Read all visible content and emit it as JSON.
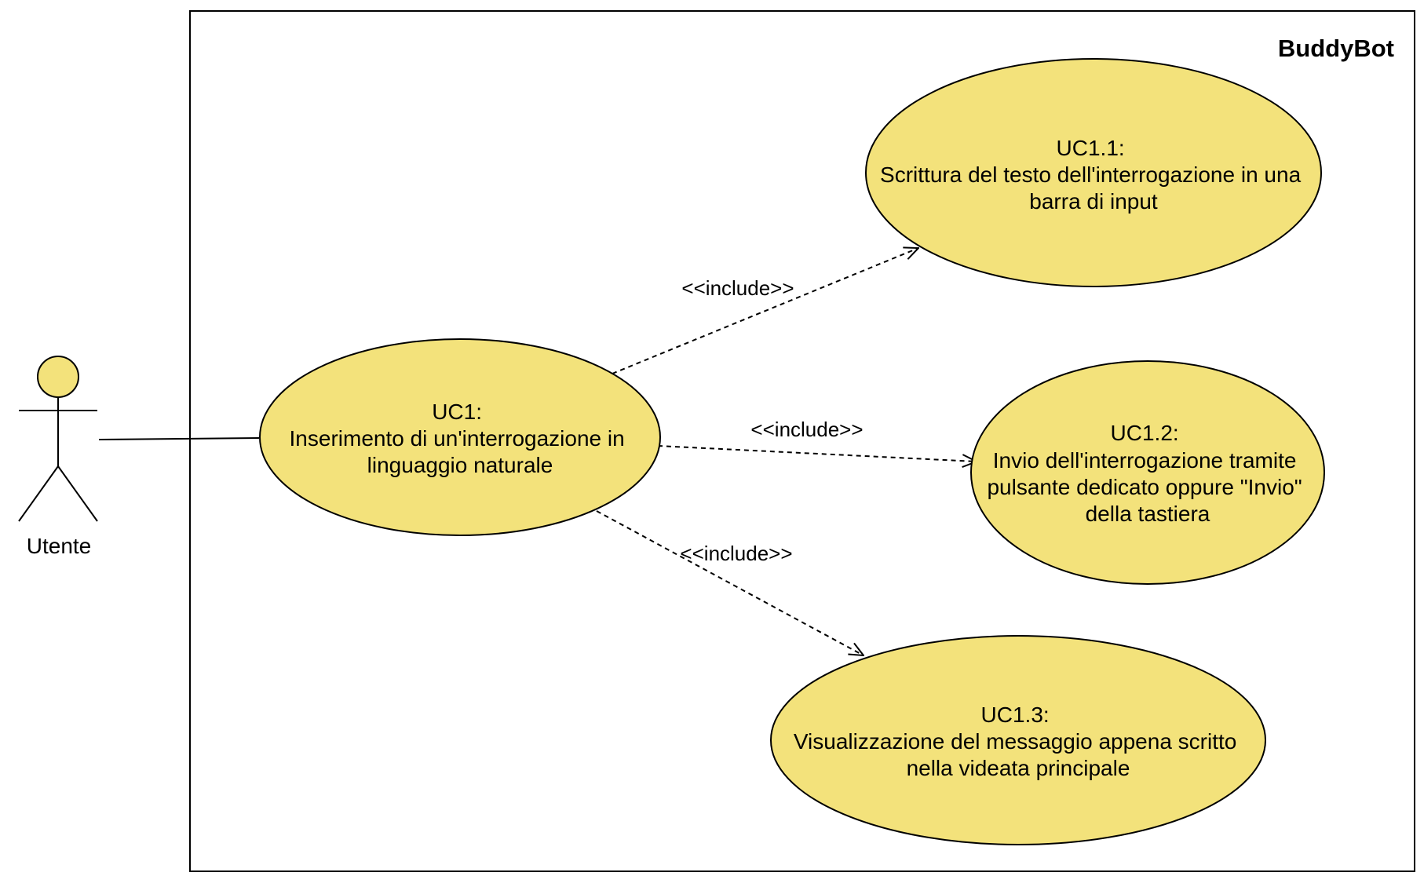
{
  "system": {
    "title": "BuddyBot"
  },
  "actor": {
    "label": "Utente",
    "fill_color": "#F3E27B"
  },
  "use_cases": [
    {
      "id": "UC1",
      "lines": [
        "UC1:",
        "Inserimento di un'interrogazione in",
        "linguaggio naturale"
      ]
    },
    {
      "id": "UC1.1",
      "lines": [
        "UC1.1:",
        "Scrittura del testo dell'interrogazione in una",
        "barra di input"
      ]
    },
    {
      "id": "UC1.2",
      "lines": [
        "UC1.2:",
        "Invio dell'interrogazione tramite",
        "pulsante dedicato oppure \"Invio\"",
        "della tastiera"
      ]
    },
    {
      "id": "UC1.3",
      "lines": [
        "UC1.3:",
        "Visualizzazione del messaggio appena scritto",
        "nella videata principale"
      ]
    }
  ],
  "relations": [
    {
      "from": "UC1",
      "to": "UC1.1",
      "label": "<<include>>"
    },
    {
      "from": "UC1",
      "to": "UC1.2",
      "label": "<<include>>"
    },
    {
      "from": "UC1",
      "to": "UC1.3",
      "label": "<<include>>"
    }
  ],
  "colors": {
    "usecase_fill": "#F3E27B",
    "stroke": "#000000"
  }
}
